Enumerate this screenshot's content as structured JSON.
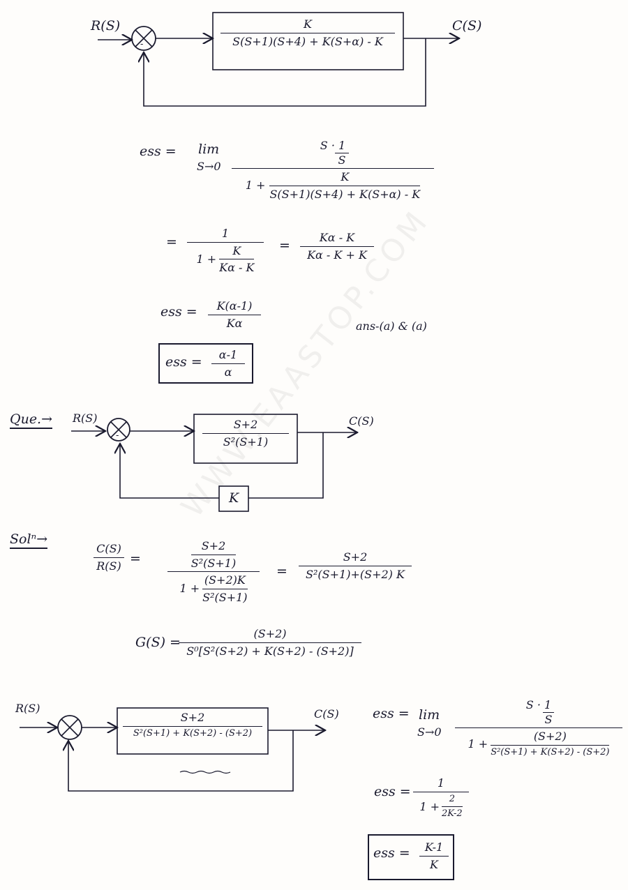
{
  "watermark": "WWW.EAASTOP.COM",
  "diagram1": {
    "input": "R(S)",
    "output": "C(S)",
    "minus": "-",
    "tf_num": "K",
    "tf_den": "S(S+1)(S+4) + K(S+α) - K"
  },
  "ess1": {
    "label": "ess =",
    "lim": "lim",
    "lim_sub": "S→0",
    "num_top": "S · 1",
    "num_bot": "S",
    "den_lead": "1 +",
    "inner_num": "K",
    "inner_den": "S(S+1)(S+4) + K(S+α) - K",
    "step_eq": "=",
    "step_one": "1",
    "step_lead": "1 +",
    "step_inner_num": "K",
    "step_inner_den": "Kα - K",
    "step_eq2": "=",
    "step_num": "Kα - K",
    "step_den": "Kα - K + K",
    "result_label": "ess =",
    "result_num": "K(α-1)",
    "result_den": "Kα",
    "final_label": "ess =",
    "final_num": "α-1",
    "final_den": "α",
    "answer_note": "ans-(a) & (a)"
  },
  "question": {
    "label": "Que.→",
    "input": "R(S)",
    "output": "C(S)",
    "minus": "-",
    "tf_num": "S+2",
    "tf_den": "S²(S+1)",
    "feedback": "K"
  },
  "solution": {
    "label": "Solⁿ→",
    "cr_num": "C(S)",
    "cr_den": "R(S)",
    "eq": "=",
    "a_num": "S+2",
    "a_den": "S²(S+1)",
    "b_lead": "1 +",
    "b_num": "(S+2)K",
    "b_den": "S²(S+1)",
    "eq2": "=",
    "c_num": "S+2",
    "c_den": "S²(S+1)+(S+2) K",
    "g_label": "G(S) =",
    "g_num": "(S+2)",
    "g_den": "S⁰[S²(S+2) + K(S+2) - (S+2)]"
  },
  "diagram2": {
    "input": "R(S)",
    "output": "C(S)",
    "tf_num": "S+2",
    "tf_den": "S²(S+1) + K(S+2) - (S+2)"
  },
  "ess2": {
    "label": "ess =",
    "lim": "lim",
    "lim_sub": "S→0",
    "num_top": "S · 1",
    "num_bot": "S",
    "den_lead": "1 +",
    "inner_num": "(S+2)",
    "inner_den": "S²(S+1) + K(S+2) - (S+2)",
    "step_label": "ess =",
    "step_one": "1",
    "step_lead": "1 +",
    "step_inner_num": "2",
    "step_inner_den": "2K-2",
    "final_label": "ess =",
    "final_num": "K-1",
    "final_den": "K"
  }
}
